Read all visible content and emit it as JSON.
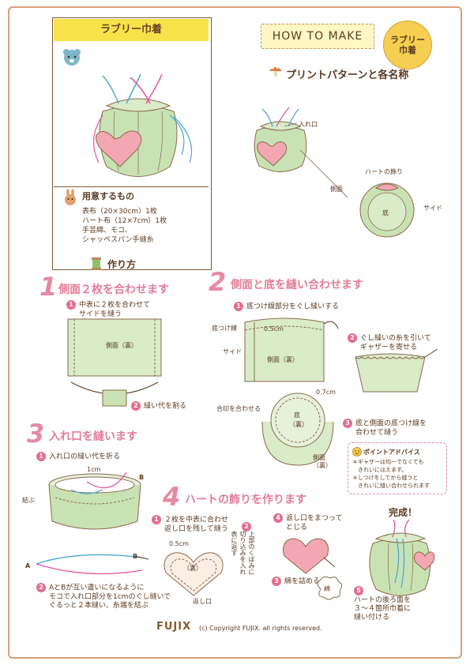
{
  "header": {
    "title": "ラブリー巾着",
    "how_to_make": "HOW TO MAKE",
    "badge_line1": "ラブリー",
    "badge_line2": "巾着"
  },
  "pattern": {
    "title": "プリントパターンと各名称",
    "label_opening": "入れ口",
    "label_heart": "ハートの飾り",
    "label_side": "側面",
    "label_bottom": "底",
    "label_side_en": "サイド"
  },
  "materials": {
    "title": "用意するもの",
    "items": [
      "表布（20×30cm）1枚",
      "ハート布（12×7cm）1枚",
      "手芸綿、モコ、",
      "シャッペスパン手縫糸"
    ]
  },
  "method": {
    "title": "作り方"
  },
  "step1": {
    "number": "1",
    "title": "側面２枚を合わせます",
    "sub1_num": "1",
    "sub1": [
      "中表に２枚を合わせて",
      "サイドを縫う"
    ],
    "label_fabric": "側面（裏）",
    "sub2_num": "2",
    "sub2": "縫い代を割る"
  },
  "step2": {
    "number": "2",
    "title": "側面と底を縫い合わせます",
    "sub1_num": "1",
    "sub1": "底つけ線部分をぐし縫いする",
    "label_line": "底つけ線",
    "label_measure": "0.5cm",
    "label_side": "サイド",
    "label_fabric": "側面（裏）",
    "sub2_num": "2",
    "sub2": [
      "ぐし縫いの糸を引いて",
      "ギャザーを寄せる"
    ],
    "label_measure2": "0.7cm",
    "label_align": "合印を合わせる",
    "label_bottom": "底",
    "label_bottom2": "（裏）",
    "sub3_num": "3",
    "sub3": [
      "底と側面の底つけ線を",
      "合わせて縫う"
    ],
    "label_side2": "側面",
    "label_side2b": "（裏）"
  },
  "advice": {
    "title": "ポイントアドバイス",
    "lines": [
      "＊ギャザーは均一でなくても",
      "　きれいにはえます。",
      "＊しつけをしてから縫うと",
      "　きれいに縫い合わせられます"
    ]
  },
  "step3": {
    "number": "3",
    "title": "入れ口を縫います",
    "sub1_num": "1",
    "sub1": "入れ口の縫い代を折る",
    "label_1cm": "1cm",
    "label_B": "B",
    "label_tie": "結ぶ",
    "label_A": "A",
    "label_B2": "B",
    "sub2_num": "2",
    "sub2": [
      "AとBが互い違いになるように",
      "モコで入れ口部分を1cmのぐし縫いで",
      "ぐるっと２本縫い、糸端を結ぶ"
    ]
  },
  "step4": {
    "number": "4",
    "title": "ハートの飾りを作ります",
    "sub1_num": "1",
    "sub1": [
      "２枚を中表に合わせ",
      "返し口を残して縫う"
    ],
    "label_05": "0.5cm",
    "label_back": "（裏）",
    "label_opening": "返し口",
    "sub2_num": "2",
    "sub2": [
      "上部のくぼみに",
      "切り込みを入れ",
      "表に返す"
    ],
    "sub3_num": "3",
    "sub3": "綿を詰める",
    "label_cotton": "綿",
    "sub4_num": "4",
    "sub4": [
      "返し口をまつって",
      "とじる"
    ],
    "sub5_num": "5",
    "sub5": [
      "ハートの後ろ面を",
      "３～４箇所巾着に",
      "縫い付ける"
    ],
    "done": "完成！"
  },
  "footer": {
    "brand": "FUJIX",
    "copyright": "(c) Copyright FUJIX. all rights reserved."
  },
  "colors": {
    "frame": "#d9a07a",
    "accent_pink": "#e37d99",
    "yellow": "#f8e24a",
    "bag_green": "#c9e2b4",
    "heart_pink": "#f2a7b3"
  }
}
